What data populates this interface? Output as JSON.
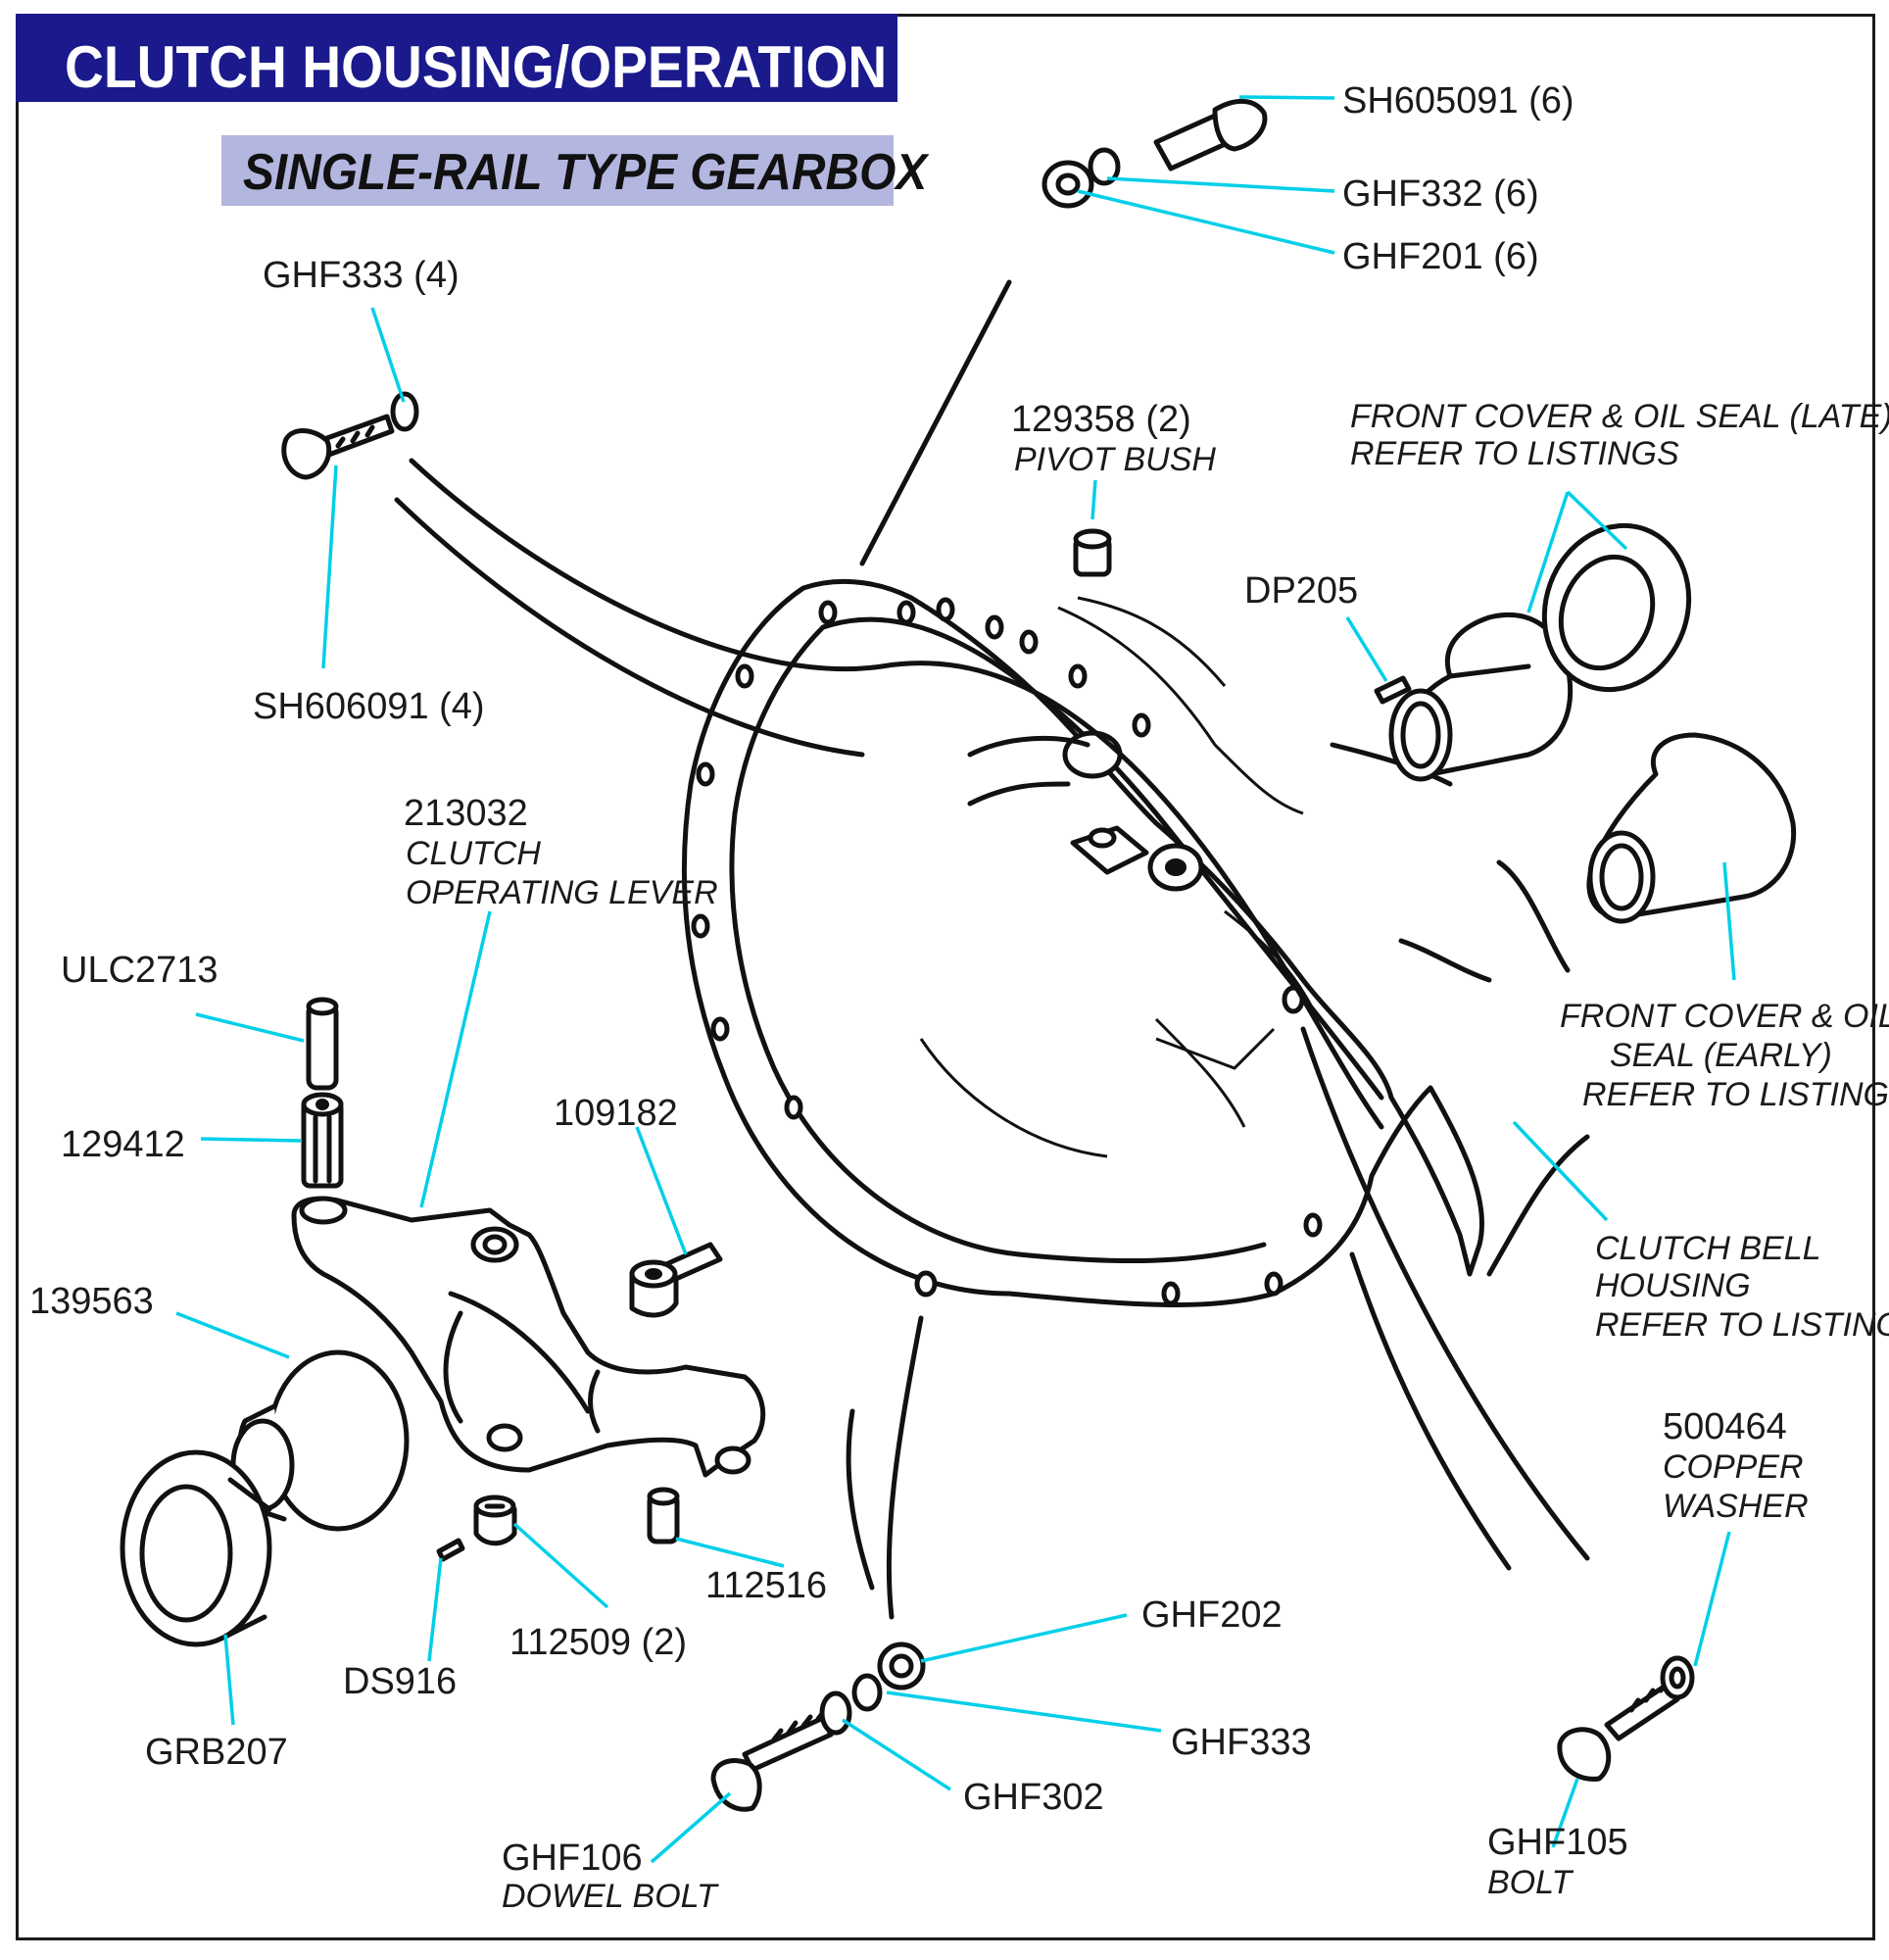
{
  "title": "CLUTCH HOUSING/OPERATION",
  "subtitle": "SINGLE-RAIL TYPE GEARBOX",
  "colors": {
    "banner": "#1a1a8c",
    "subtitle_banner": "#b3b6df",
    "leader": "#00cfe8",
    "line_art": "#111111"
  },
  "labels": {
    "sh605091": "SH605091 (6)",
    "ghf332_6": "GHF332 (6)",
    "ghf201": "GHF201 (6)",
    "ghf333_4": "GHF333 (4)",
    "sh606091": "SH606091 (4)",
    "p129358": "129358 (2)",
    "pivot_bush": "PIVOT BUSH",
    "front_cover_late_1": "FRONT COVER & OIL SEAL (LATE)",
    "front_cover_late_2": "REFER TO LISTINGS",
    "dp205": "DP205",
    "p213032": "213032",
    "clutch": "CLUTCH",
    "operating_lever": "OPERATING LEVER",
    "ulc2713": "ULC2713",
    "p129412": "129412",
    "p109182": "109182",
    "front_cover_early_1": "FRONT COVER & OIL",
    "front_cover_early_2": "SEAL (EARLY)",
    "front_cover_early_3": "REFER TO LISTINGS",
    "clutch_bell_1": "CLUTCH BELL",
    "clutch_bell_2": "HOUSING",
    "clutch_bell_3": "REFER TO LISTINGS",
    "p139563": "139563",
    "p500464": "500464",
    "copper": "COPPER",
    "washer": "WASHER",
    "p112516": "112516",
    "ghf202": "GHF202",
    "p112509": "112509 (2)",
    "ds916": "DS916",
    "ghf333": "GHF333",
    "grb207": "GRB207",
    "ghf302": "GHF302",
    "ghf106": "GHF106",
    "dowel_bolt": "DOWEL BOLT",
    "ghf105": "GHF105",
    "bolt": "BOLT"
  }
}
